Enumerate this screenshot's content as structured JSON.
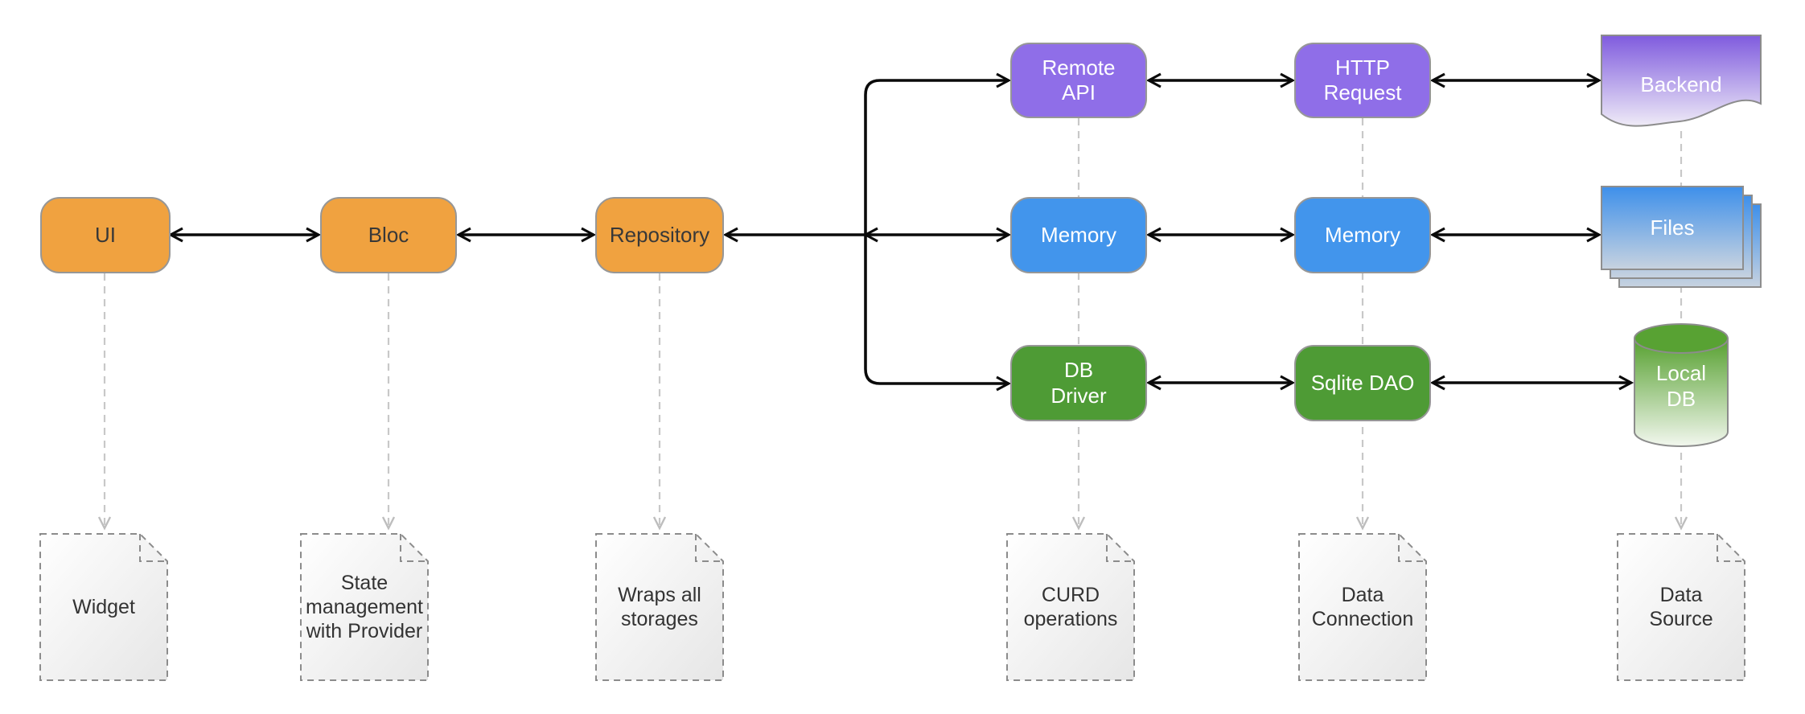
{
  "nodes": {
    "ui": {
      "label": "UI",
      "color": "#F0A240"
    },
    "bloc": {
      "label": "Bloc",
      "color": "#F0A240"
    },
    "repository": {
      "label": "Repository",
      "color": "#F0A240"
    },
    "remote_api": {
      "label": "Remote\nAPI",
      "color": "#8F6EE8"
    },
    "http_request": {
      "label": "HTTP\nRequest",
      "color": "#8F6EE8"
    },
    "memory_left": {
      "label": "Memory",
      "color": "#4295EC"
    },
    "memory_right": {
      "label": "Memory",
      "color": "#4295EC"
    },
    "db_driver": {
      "label": "DB\nDriver",
      "color": "#4E9B35"
    },
    "sqlite_dao": {
      "label": "Sqlite DAO",
      "color": "#4E9B35"
    },
    "backend": {
      "label": "Backend",
      "gradient_top": "#7F5BDE",
      "gradient_bottom": "#EFEBF7"
    },
    "files": {
      "label": "Files",
      "gradient_top": "#3F90EA",
      "gradient_bottom": "#C6D2E0"
    },
    "local_db": {
      "label": "Local\nDB",
      "gradient_top": "#56A02F",
      "gradient_bottom": "#F2F7EE"
    }
  },
  "notes": {
    "widget": {
      "label": "Widget"
    },
    "state_management": {
      "label": "State\nmanagement\nwith Provider"
    },
    "wraps_storages": {
      "label": "Wraps all\nstorages"
    },
    "curd_operations": {
      "label": "CURD\noperations"
    },
    "data_connection": {
      "label": "Data\nConnection"
    },
    "data_source": {
      "label": "Data\nSource"
    }
  },
  "palette": {
    "arrow_black": "#0A0A0A",
    "dashed_gray": "#C8C8C8",
    "node_border_gray": "#979797",
    "note_border_gray": "#8C8C8C",
    "note_text": "#333333",
    "background": "#FFFFFF"
  }
}
